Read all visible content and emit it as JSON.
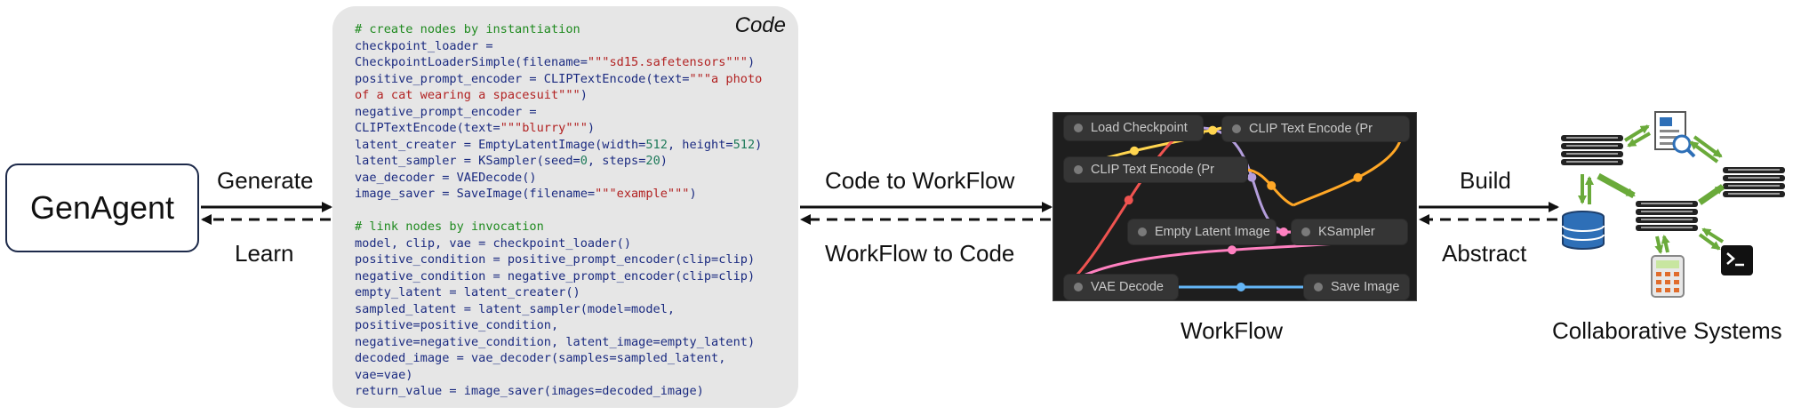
{
  "genagent": {
    "label": "GenAgent"
  },
  "arrows": {
    "generate": "Generate",
    "learn": "Learn",
    "code_to_workflow": "Code to WorkFlow",
    "workflow_to_code": "WorkFlow to Code",
    "build": "Build",
    "abstract": "Abstract"
  },
  "code": {
    "title": "Code",
    "comment_create": "# create nodes by instantiation",
    "comment_link": "# link nodes by invocation",
    "lines_create": [
      [
        "checkpoint_loader ="
      ],
      [
        "CheckpointLoaderSimple(filename=",
        "\"\"\"sd15.safetensors\"\"\"",
        ")"
      ],
      [
        "positive_prompt_encoder = CLIPTextEncode(text=",
        "\"\"\"a photo"
      ],
      [
        "",
        "of a cat wearing a spacesuit\"\"\"",
        ")"
      ],
      [
        "negative_prompt_encoder ="
      ],
      [
        "CLIPTextEncode(text=",
        "\"\"\"blurry\"\"\"",
        ")"
      ],
      [
        "latent_creater = EmptyLatentImage(width=512, height=512)"
      ],
      [
        "latent_sampler = KSampler(seed=0, steps=20)"
      ],
      [
        "vae_decoder = VAEDecode()"
      ],
      [
        "image_saver = SaveImage(filename=",
        "\"\"\"example\"\"\"",
        ")"
      ]
    ],
    "lines_link": [
      "model, clip, vae = checkpoint_loader()",
      "positive_condition = positive_prompt_encoder(clip=clip)",
      "negative_condition = negative_prompt_encoder(clip=clip)",
      "empty_latent = latent_creater()",
      "sampled_latent = latent_sampler(model=model,",
      "positive=positive_condition,",
      "negative=negative_condition, latent_image=empty_latent)",
      "decoded_image = vae_decoder(samples=sampled_latent,",
      "vae=vae)",
      "return_value = image_saver(images=decoded_image)"
    ]
  },
  "workflow": {
    "caption": "WorkFlow",
    "nodes": {
      "load_checkpoint": "Load Checkpoint",
      "clip_text_encode_1": "CLIP Text Encode (Pr",
      "clip_text_encode_2": "CLIP Text Encode (Pr",
      "empty_latent_image": "Empty Latent Image",
      "ksampler": "KSampler",
      "vae_decode": "VAE Decode",
      "save_image": "Save Image"
    },
    "link_colors": {
      "model": "#b39ddb",
      "clip": "#ffd54f",
      "conditioning": "#ffa726",
      "latent": "#ff80c0",
      "vae": "#ef5350",
      "image": "#64b5f6"
    }
  },
  "collab": {
    "caption": "Collaborative Systems",
    "icons": [
      "server-rack-icon",
      "document-search-icon",
      "database-icon",
      "calculator-icon",
      "terminal-icon"
    ],
    "accent": "#6aaa3a"
  }
}
